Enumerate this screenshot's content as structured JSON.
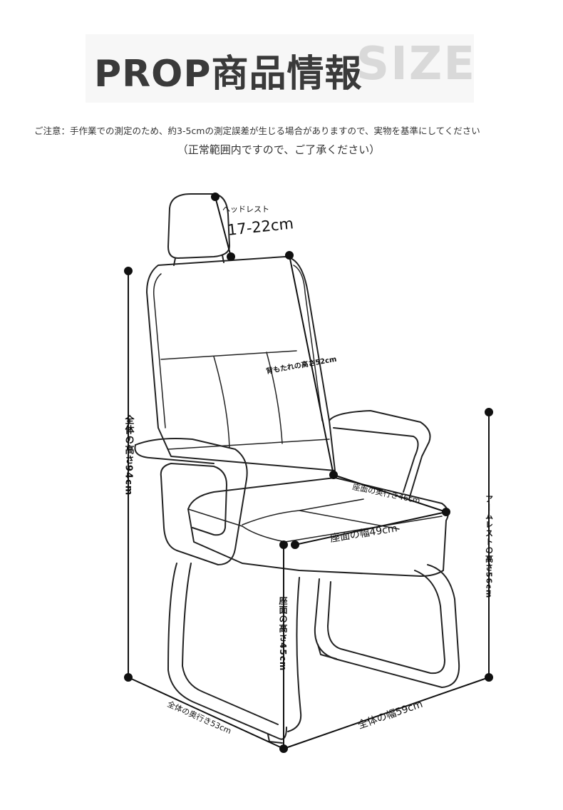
{
  "header": {
    "title": "PROP商品情報",
    "watermark": "SIZE"
  },
  "notes": {
    "line1": "ご注意：手作業での測定のため、約3-5cmの測定誤差が生じる場合がありますので、実物を基準にしてください",
    "line2": "（正常範囲内ですので、ご了承ください）"
  },
  "dimensions": {
    "headrest_label": "ヘッドレスト",
    "headrest_value": "17-22cm",
    "backrest_height": "背もたれの高さ52cm",
    "overall_height": "全体の高さ94cm",
    "seat_depth": "座面の奥行き46cm",
    "seat_width": "座面の幅49cm",
    "armrest_height": "アームレストの高さ56cm",
    "seat_height": "座面の高さ45cm",
    "overall_depth": "全体の奥行き53cm",
    "overall_width": "全体の幅59cm"
  },
  "colors": {
    "line": "#111111",
    "title": "#3a3a3a",
    "watermark": "#d9d9d9"
  }
}
